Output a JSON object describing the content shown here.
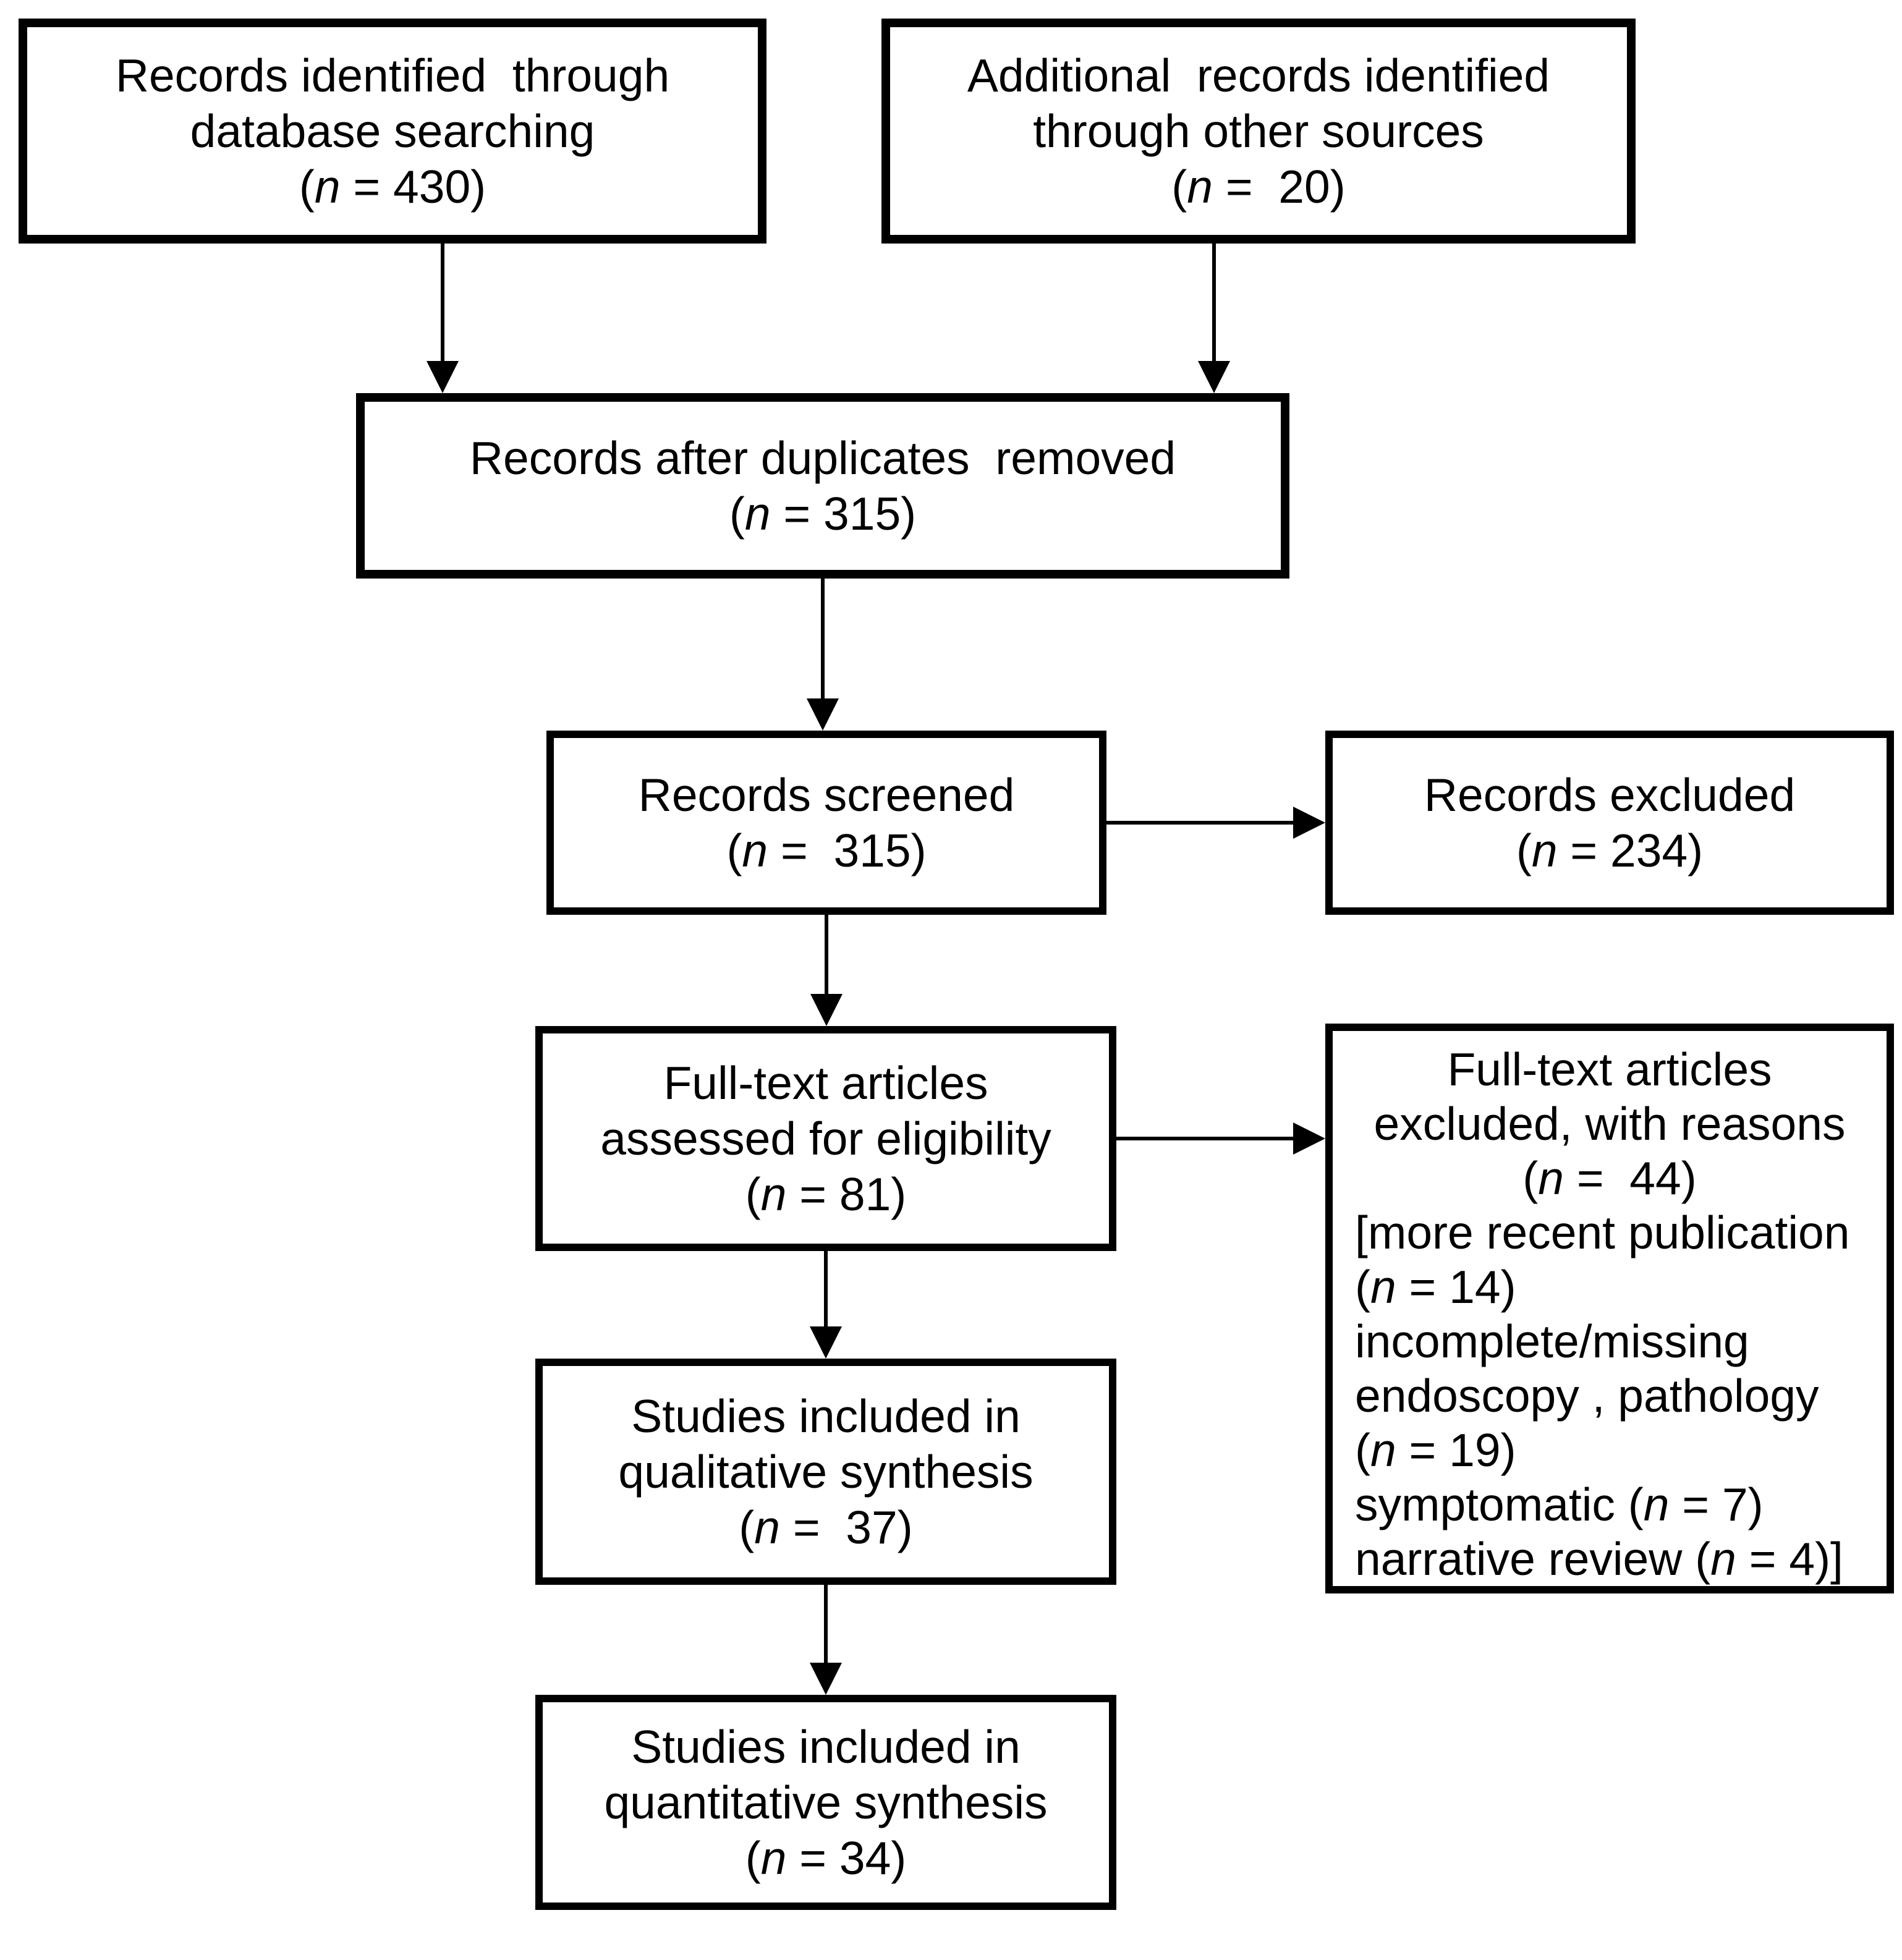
{
  "diagram": {
    "title": "PRISMA study selection flow diagram",
    "background_color": "#ffffff",
    "line_color": "#000000",
    "boxes": {
      "records_identified": {
        "lines": [
          "Records identified  through",
          "database searching",
          "(n = 430)"
        ]
      },
      "additional_records": {
        "lines": [
          "Additional  records identified",
          "through other sources",
          "(n =  20)"
        ]
      },
      "after_duplicates": {
        "lines": [
          "Records after duplicates  removed",
          "(n = 315)"
        ]
      },
      "records_screened": {
        "lines": [
          "Records screened",
          "(n =  315)"
        ]
      },
      "records_excluded": {
        "lines": [
          "Records excluded",
          "(n = 234)"
        ]
      },
      "fulltext_assessed": {
        "lines": [
          "Full-text articles",
          "assessed for eligibility",
          "(n = 81)"
        ]
      },
      "fulltext_excluded": {
        "lines_centered": [
          "Full-text articles",
          "excluded, with reasons",
          "(n =  44)"
        ],
        "lines_left": [
          "[more recent publication",
          "(n = 14)",
          "incomplete/missing",
          "endoscopy , pathology",
          "(n = 19)",
          "symptomatic (n = 7)",
          "narrative review (n = 4)]"
        ]
      },
      "qualitative_synthesis": {
        "lines": [
          "Studies included in",
          "qualitative synthesis",
          "(n =  37)"
        ]
      },
      "quantitative_synthesis": {
        "lines": [
          "Studies included in",
          "quantitative synthesis",
          "(n = 34)"
        ]
      }
    }
  }
}
